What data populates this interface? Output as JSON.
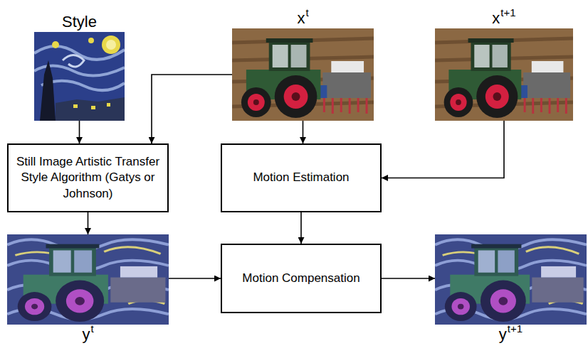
{
  "diagram": {
    "nodes": [
      {
        "text": [
          "Style"
        ]
      },
      {
        "text": [
          "x",
          "t"
        ]
      },
      {
        "text": [
          "x",
          "t+1"
        ]
      },
      {
        "text": [
          "Still Image Artistic Transfer Style Algorithm (Gatys or Johnson)"
        ]
      },
      {
        "text": [
          "Motion Estimation"
        ]
      },
      {
        "text": [
          "y",
          "t"
        ]
      },
      {
        "text": [
          "Motion Compensation"
        ]
      },
      {
        "text": [
          "y",
          "t+1"
        ]
      }
    ],
    "edges": [
      {
        "from": 0,
        "to": 3,
        "arrow": "to"
      },
      {
        "from": 1,
        "to": 3,
        "arrow": "to"
      },
      {
        "from": 1,
        "to": 4,
        "arrow": "to"
      },
      {
        "from": 2,
        "to": 4,
        "arrow": "to"
      },
      {
        "from": 3,
        "to": 5,
        "arrow": "to"
      },
      {
        "from": 4,
        "to": 6,
        "arrow": "to"
      },
      {
        "from": 5,
        "to": 6,
        "arrow": "to"
      },
      {
        "from": 6,
        "to": 7,
        "arrow": "to"
      }
    ]
  }
}
